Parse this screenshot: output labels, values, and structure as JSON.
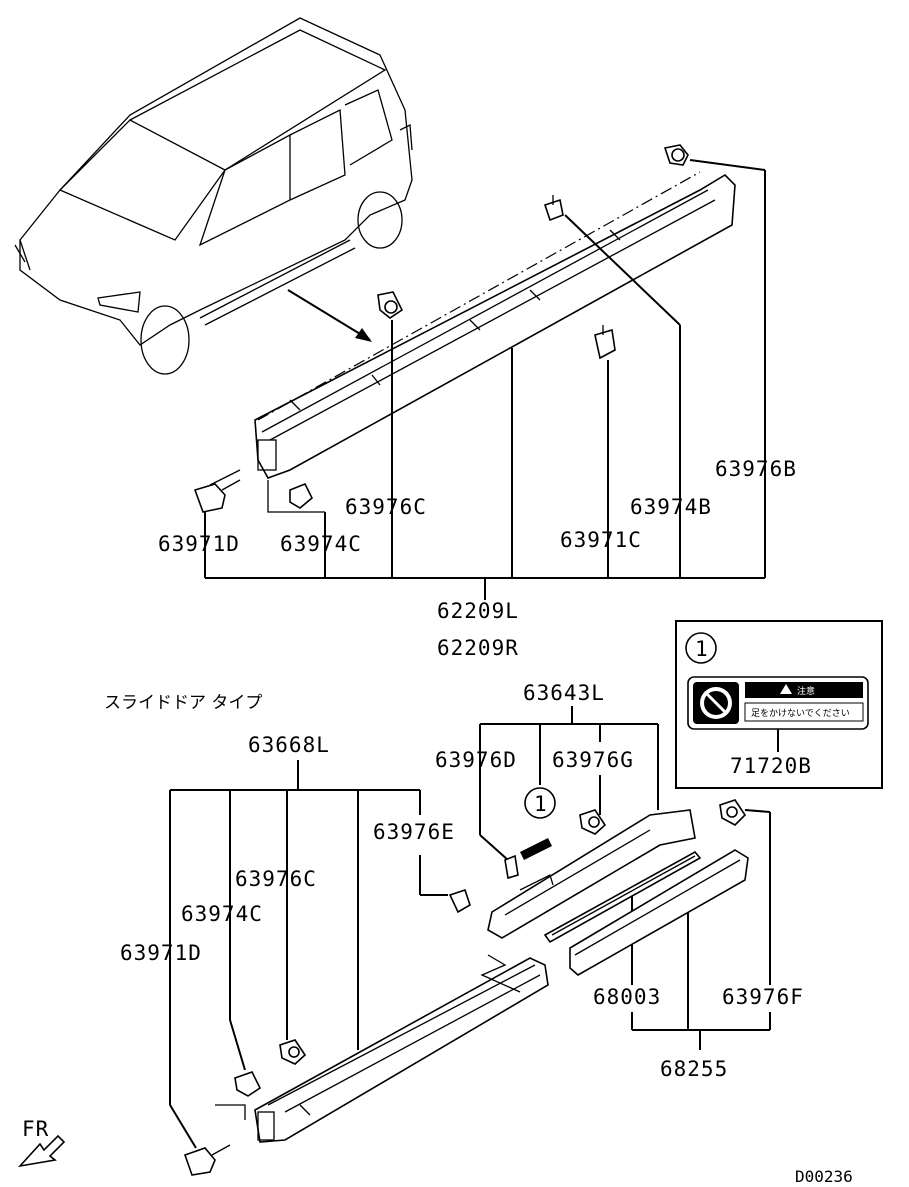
{
  "upper": {
    "labels": {
      "p63976B": "63976B",
      "p63974B": "63974B",
      "p63976C": "63976C",
      "p63971C": "63971C",
      "p63971D": "63971D",
      "p63974C": "63974C",
      "p62209L": "62209L",
      "p62209R": "62209R"
    }
  },
  "caution_box": {
    "ref_marker": "1",
    "sticker_title": "注意",
    "sticker_text": "足をかけないでください",
    "part_number": "71720B"
  },
  "lower": {
    "variant_heading": "スライドドア タイプ",
    "ref_marker": "1",
    "labels": {
      "p63643L": "63643L",
      "p63668L": "63668L",
      "p63976D": "63976D",
      "p63976G": "63976G",
      "p63976E": "63976E",
      "p63976C": "63976C",
      "p63974C": "63974C",
      "p63971D": "63971D",
      "p68003": "68003",
      "p63976F": "63976F",
      "p68255": "68255"
    }
  },
  "orientation": {
    "front_label": "FR"
  },
  "diagram_code": "D00236"
}
